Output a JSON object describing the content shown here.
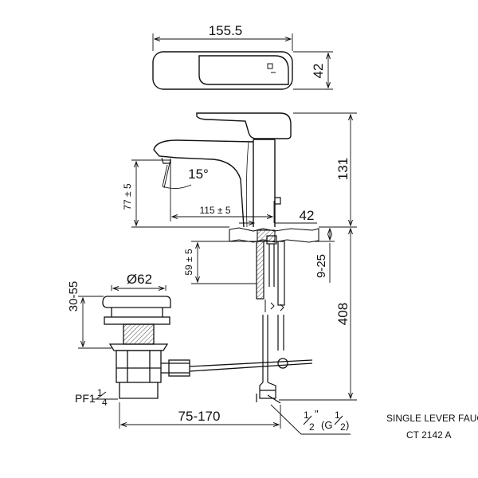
{
  "dimensions": {
    "top_width": "155.5",
    "top_height": "42",
    "spout_height": "131",
    "angle": "15°",
    "spout_rise": "77 ± 5",
    "spout_reach": "115 ± 5",
    "spout_offset": "42",
    "deck_thickness": "9-25",
    "total_height": "408",
    "tail_length": "59 ± 5",
    "drain_diameter": "Ø62",
    "drain_height": "30-55",
    "drain_thread_main": "PF1",
    "drain_thread_frac_num": "1",
    "drain_thread_frac_den": "4",
    "drain_reach": "75-170",
    "inlet_main_num": "1",
    "inlet_main_den": "2",
    "inlet_main_mark": "\"",
    "inlet_g_prefix": "(G",
    "inlet_g_num": "1",
    "inlet_g_den": "2",
    "inlet_g_suffix": ")"
  },
  "title": {
    "line1": "SINGLE LEVER FAUCET",
    "line2": "CT 2142 A"
  }
}
